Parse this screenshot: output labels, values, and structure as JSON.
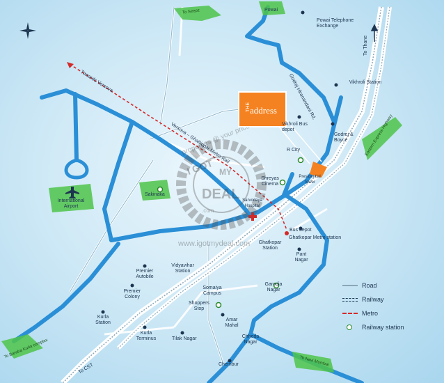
{
  "brand": {
    "the": "THE",
    "name": "address"
  },
  "watermark": {
    "domain": "www.igotmydeal.com",
    "tagline": "properties @ your price",
    "stamp_line1": "I GOT",
    "stamp_line2": "MY",
    "stamp_line3": "DEAL",
    "stamp_line4": ".com"
  },
  "roads": {
    "to_seepz": "To Seepz",
    "powai": "Powai",
    "to_thane": "To Thane",
    "godrej_rd": "Godrej Hiranandani Rd.",
    "towards_versova": "Towards Versova",
    "metro_rail": "Versova – Ghatkopar Metro Rail",
    "eastern_express": "Eastern Express Highway",
    "to_bandra": "To Bandra Kurla complex",
    "to_cst": "To CST",
    "to_navi_mumbai": "To Navi Mumbai"
  },
  "places": {
    "powai_exchange": "Powai Telephone Exchange",
    "vikhroli_station": "Vikhroli Station",
    "vikhroli_bus": "Vikhroli Bus depot",
    "godrej_boyce": "Godrej & Boyce",
    "r_city": "R City",
    "presidential": "Presidential Tower",
    "shreyas": "Shreyas Cinema",
    "airport": "International Airport",
    "sakinaka": "Sakinaka",
    "sarvodaya": "Sarvodaya Hospital",
    "bus_depot": "Bus depot",
    "ghatkopar_metro": "Ghatkopar Metro station",
    "ghatkopar_station": "Ghatkopar Station",
    "pant_nagar": "Pant Nagar",
    "premier_autobile": "Premier Autobile",
    "vidyavihar": "Vidyavihar Station",
    "premier_colony": "Premier Colony",
    "somaiya": "Somaiya Campus",
    "garodia": "Garodia Nagar",
    "shoppers_stop": "Shoppers Stop",
    "kurla_station": "Kurla Station",
    "amar_mahal": "Amar Mahal",
    "kurla_terminus": "Kurla Terminus",
    "tilak_nagar": "Tilak Nagar",
    "chheda_nagar": "Chheda Nagar",
    "chembur": "Chembur"
  },
  "legend": {
    "road": "Road",
    "railway": "Railway",
    "metro": "Metro",
    "railway_station": "Railway station"
  },
  "colors": {
    "road": "#2a8fd6",
    "metro": "#d42a2a",
    "green": "#4fc44a",
    "accent": "#f58220"
  }
}
